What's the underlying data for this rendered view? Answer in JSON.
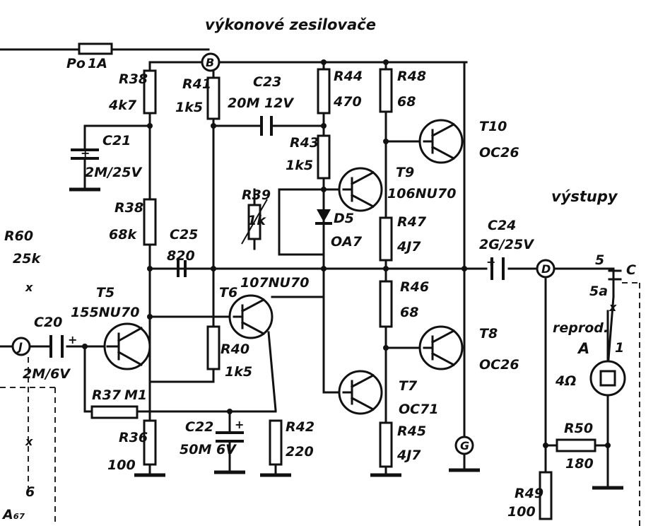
{
  "title": "výkonové zesilovače",
  "output_label": "výstupy",
  "fuse": {
    "name": "Po",
    "value": "1A"
  },
  "components": {
    "R38_top": {
      "name": "R38",
      "value": "4k7"
    },
    "R41": {
      "name": "R41",
      "value": "1k5"
    },
    "C23": {
      "name": "C23",
      "value": "20M 12V"
    },
    "R44": {
      "name": "R44",
      "value": "470"
    },
    "R48": {
      "name": "R48",
      "value": "68"
    },
    "T10": {
      "name": "T10",
      "value": "OC26"
    },
    "C21": {
      "name": "C21",
      "value": "2M/25V"
    },
    "R43": {
      "name": "R43",
      "value": "1k5"
    },
    "R39_pot": {
      "name": "R39",
      "value": "1k"
    },
    "T9": {
      "name": "T9",
      "value": "106NU70"
    },
    "R38_mid": {
      "name": "R38",
      "value": "68k"
    },
    "D5": {
      "name": "D5",
      "value": "OA7"
    },
    "C25": {
      "name": "C25",
      "value": "820"
    },
    "R47": {
      "name": "R47",
      "value": "4J7"
    },
    "C24": {
      "name": "C24",
      "value": "2G/25V"
    },
    "R60": {
      "name": "R60",
      "value": "25k"
    },
    "T5": {
      "name": "T5",
      "value": "155NU70"
    },
    "T6": {
      "name": "T6",
      "value": "107NU70"
    },
    "R46": {
      "name": "R46",
      "value": "68"
    },
    "T8": {
      "name": "T8",
      "value": "OC26"
    },
    "C20": {
      "name": "C20",
      "value": "2M/6V"
    },
    "R40": {
      "name": "R40",
      "value": "1k5"
    },
    "T7": {
      "name": "T7",
      "value": "OC71"
    },
    "R37": {
      "name": "R37",
      "value": "M1"
    },
    "C22": {
      "name": "C22",
      "value": "50M 6V"
    },
    "R42": {
      "name": "R42",
      "value": "220"
    },
    "R45": {
      "name": "R45",
      "value": "4J7"
    },
    "R36": {
      "name": "R36",
      "value": "100"
    },
    "R50": {
      "name": "R50",
      "value": "180"
    },
    "R49": {
      "name": "R49",
      "value": "100"
    }
  },
  "terminals": {
    "B": "B",
    "D": "D",
    "G": "G",
    "J": "J",
    "C": "C",
    "five": "5",
    "five_a": "5a"
  },
  "speaker": {
    "label": "reprod.",
    "name": "A",
    "impedance": "4Ω",
    "pin": "1"
  },
  "edge_labels": {
    "a": "A₆₇",
    "b": "6",
    "x1": "x",
    "x2": "x",
    "x3": "x",
    "plus1": "+",
    "plus2": "+",
    "plus3": "+",
    "plus4": "+"
  }
}
